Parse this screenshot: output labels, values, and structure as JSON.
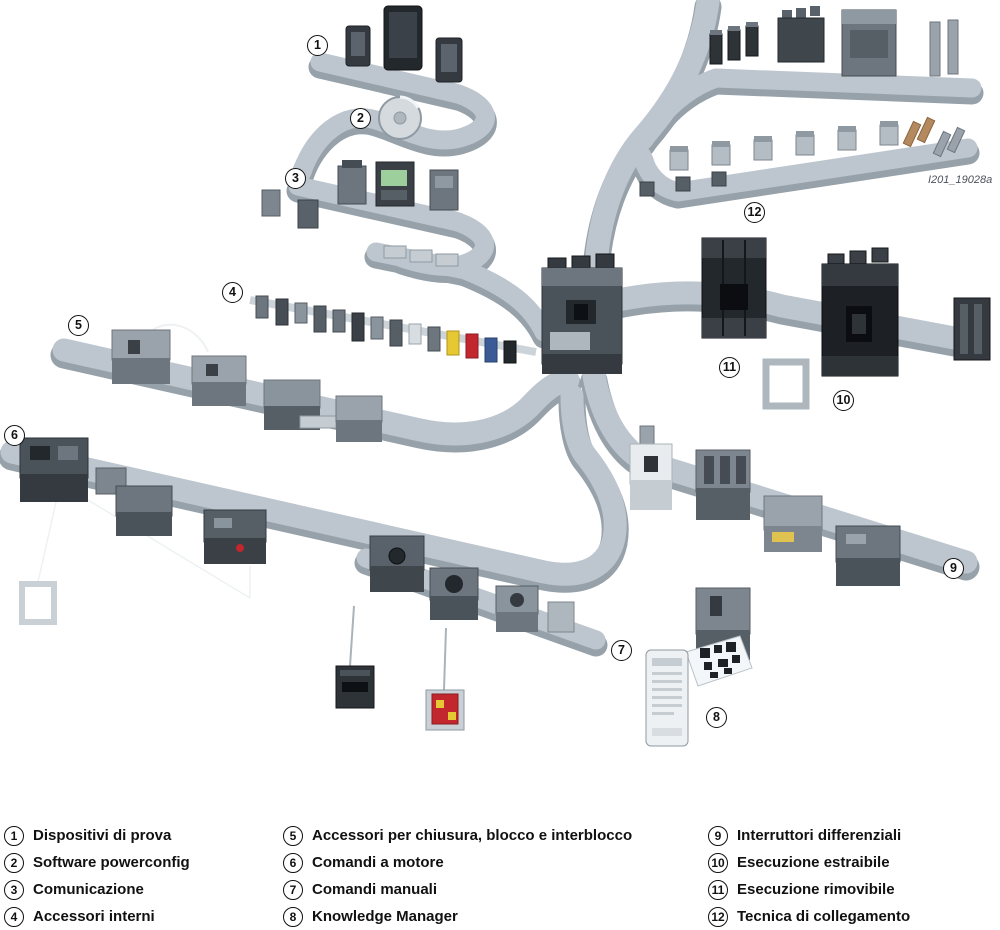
{
  "diagram": {
    "watermark": "I201_19028a"
  },
  "legend": {
    "items": [
      {
        "num": "1",
        "label": "Dispositivi di prova"
      },
      {
        "num": "2",
        "label": "Software powerconfig"
      },
      {
        "num": "3",
        "label": "Comunicazione"
      },
      {
        "num": "4",
        "label": "Accessori interni"
      },
      {
        "num": "5",
        "label": "Accessori per chiusura, blocco e interblocco"
      },
      {
        "num": "6",
        "label": "Comandi a motore"
      },
      {
        "num": "7",
        "label": "Comandi manuali"
      },
      {
        "num": "8",
        "label": "Knowledge Manager"
      },
      {
        "num": "9",
        "label": "Interruttori differenziali"
      },
      {
        "num": "10",
        "label": "Esecuzione estraibile"
      },
      {
        "num": "11",
        "label": "Esecuzione rimovibile"
      },
      {
        "num": "12",
        "label": "Tecnica di collegamento"
      }
    ]
  }
}
